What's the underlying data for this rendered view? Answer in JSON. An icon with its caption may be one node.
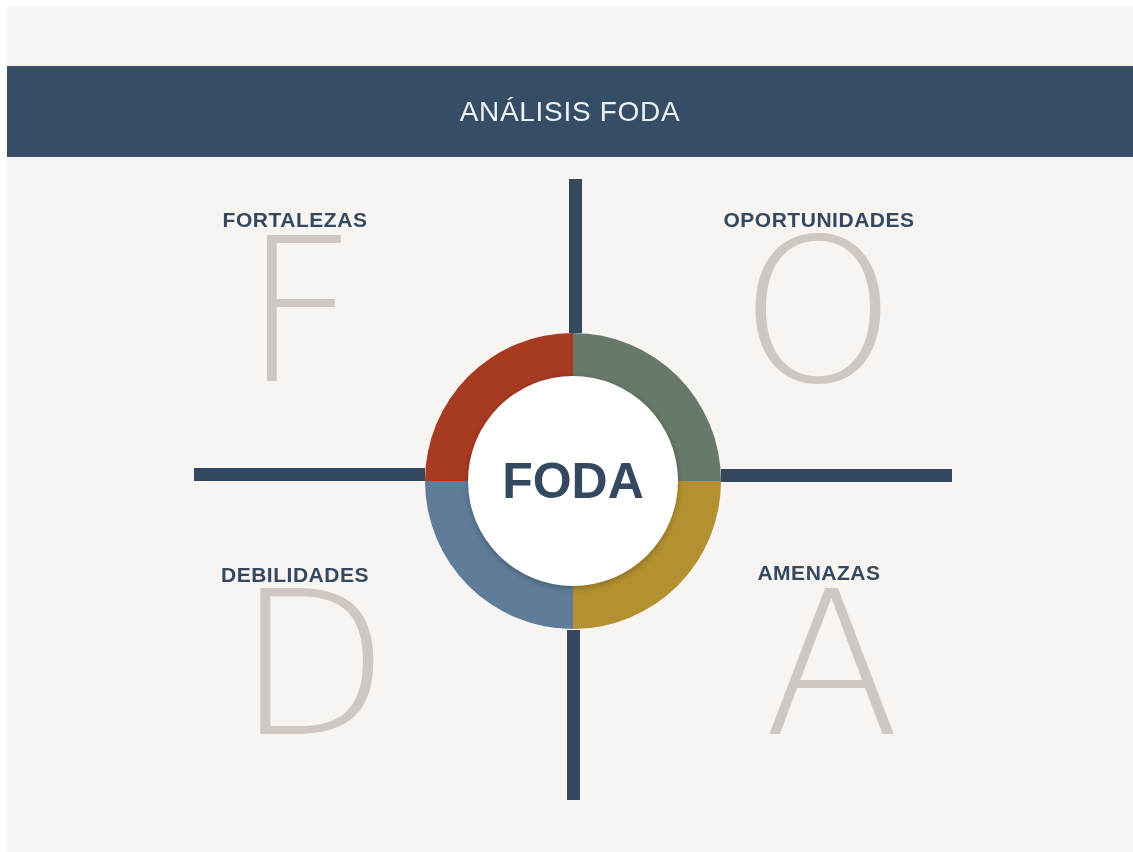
{
  "diagram": {
    "title": "ANÁLISIS FODA",
    "nodes": [
      {
        "text": [
          "FODA"
        ]
      }
    ],
    "labels": [
      "FORTALEZAS",
      "OPORTUNIDADES",
      "F",
      "O",
      "DEBILIDADES",
      "AMENAZAS",
      "D",
      "A"
    ]
  }
}
